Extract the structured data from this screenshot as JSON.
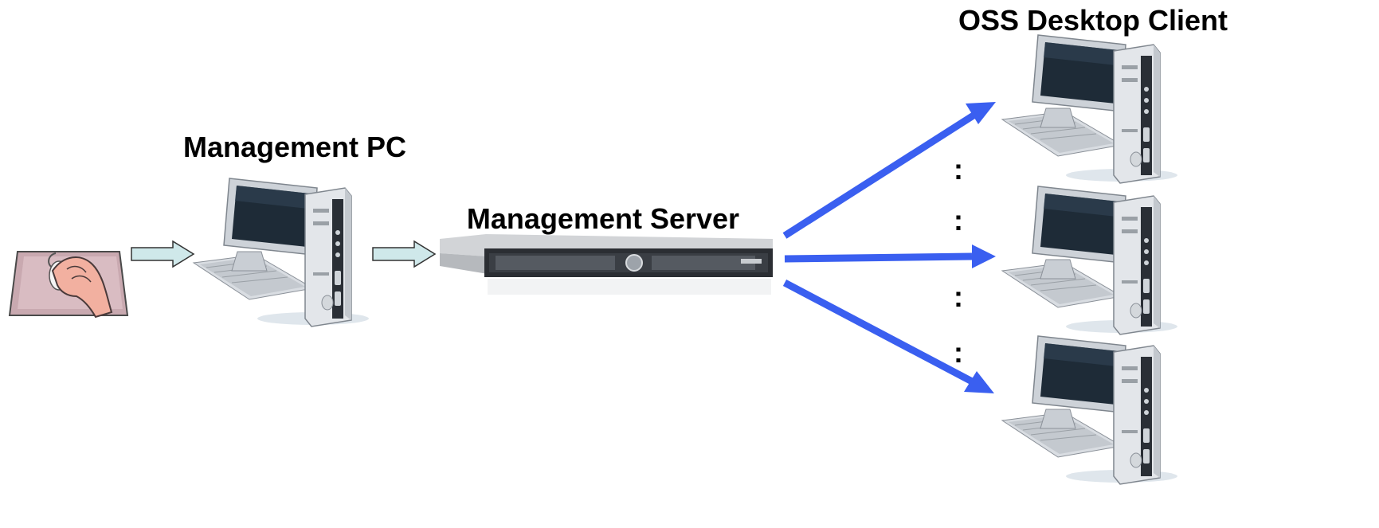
{
  "labels": {
    "management_pc": "Management PC",
    "management_server": "Management Server",
    "oss_client": "OSS Desktop Client"
  },
  "ellipsis": ":",
  "colors": {
    "flow_arrow_fill": "#cfe8ea",
    "flow_arrow_stroke": "#333333",
    "distribution_arrow": "#3a5ff0"
  },
  "icons": [
    "hand-mouse-icon",
    "desktop-pc-icon",
    "rack-server-icon"
  ]
}
